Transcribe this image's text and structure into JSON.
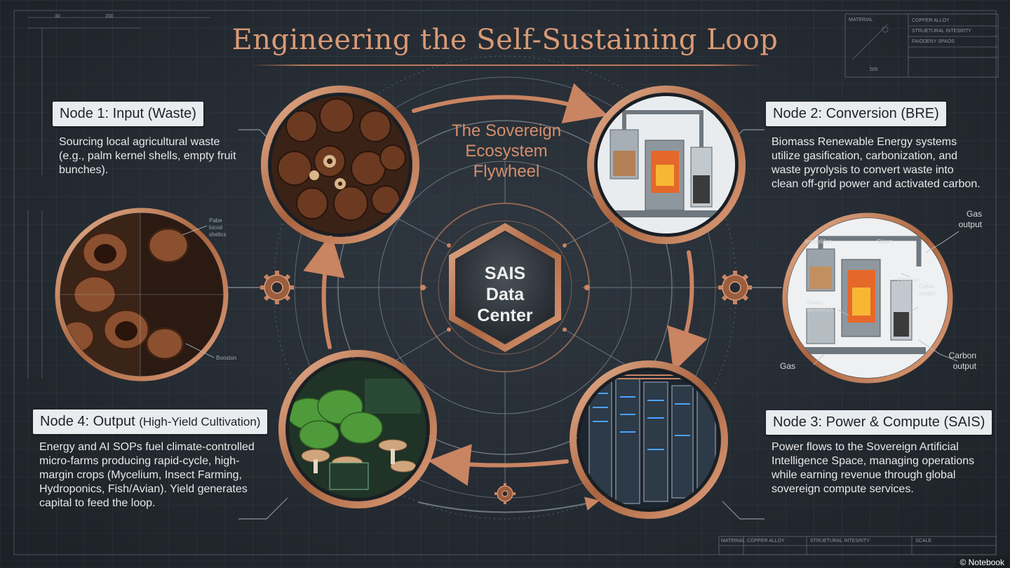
{
  "title": "Engineering the Self-Sustaining Loop",
  "flywheel": {
    "line1": "The Sovereign",
    "line2": "Ecosystem",
    "line3": "Flywheel"
  },
  "hub": {
    "line1": "SAIS",
    "line2": "Data",
    "line3": "Center"
  },
  "nodes": {
    "node1": {
      "label": "Node 1: Input (Waste)",
      "text": "Sourcing local agricultural waste (e.g., palm kernel shells, empty fruit bunches)."
    },
    "node2": {
      "label": "Node 2: Conversion (BRE)",
      "text": "Biomass Renewable Energy systems utilize gasification, carbonization, and waste pyrolysis to convert waste into clean off-grid power and activated carbon."
    },
    "node3": {
      "label": "Node 3: Power & Compute (SAIS)",
      "text": "Power flows to the Sovereign Artificial Intelligence Space, managing operations while earning revenue through global sovereign compute services."
    },
    "node4": {
      "label_main": "Node 4: Output",
      "label_sub": "(High-Yield Cultivation)",
      "text": "Energy and AI SOPs fuel climate-controlled micro-farms producing rapid-cycle, high-margin crops (Mycelium, Insect Farming, Hydroponics, Fish/Avian). Yield generates capital to feed the loop."
    }
  },
  "callouts": {
    "gas_output": "Gas output",
    "filtration": "Filtration",
    "steam": "Steam",
    "steam_generation": "Steam generetien",
    "combustion": "Icrobuščon",
    "carbon_output": "Carbon output",
    "carbon_support": "Celion usspot",
    "gas": "Gas",
    "palm_shells": "Pabe locod shelics",
    "bottom_tag": "Booston"
  },
  "spec_table": {
    "rows": [
      "COPPER ALLOY",
      "STRUETURAL INTESRITY",
      "FAIODENY SPAOS"
    ],
    "header": "MATERIAL"
  },
  "bottom_table": {
    "cells": [
      "MATERIAL",
      "COPPER ALLOY",
      "STRUETURAL INTESRITY",
      "SCALE"
    ]
  },
  "dims": {
    "d30": "30",
    "d200": "200",
    "d500": "500"
  },
  "watermark": "© Notebook",
  "colors": {
    "copper": "#c07a55",
    "title": "#d99a76",
    "background": "#262c33"
  }
}
